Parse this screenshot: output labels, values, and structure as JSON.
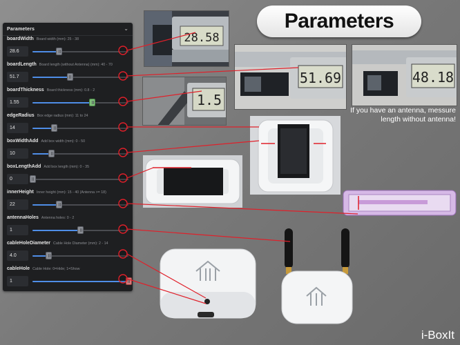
{
  "panel": {
    "title": "Parameters"
  },
  "params": [
    {
      "name": "boardWidth",
      "desc": "Board width (mm): 25 - 38",
      "value": "28.6",
      "pos": 0.28,
      "thumb": "normal"
    },
    {
      "name": "boardLength",
      "desc": "Board length (without Antenna) (mm): 40 - 70",
      "value": "51.7",
      "pos": 0.39,
      "thumb": "normal"
    },
    {
      "name": "boardThickness",
      "desc": "Board thickness (mm): 0.8 - 2",
      "value": "1.55",
      "pos": 0.625,
      "thumb": "green"
    },
    {
      "name": "edgeRadius",
      "desc": "Box edge radius (mm): 11 to 24",
      "value": "14",
      "pos": 0.23,
      "thumb": "normal"
    },
    {
      "name": "boxWidthAdd",
      "desc": "Add box width (mm): 0 - 50",
      "value": "10",
      "pos": 0.2,
      "thumb": "normal"
    },
    {
      "name": "boxLengthAdd",
      "desc": "Add box length (mm): 0 - 35",
      "value": "0",
      "pos": 0.0,
      "thumb": "normal"
    },
    {
      "name": "innerHeight",
      "desc": "Inner height (mm): 15 - 40 (Antenna >= 18)",
      "value": "22",
      "pos": 0.28,
      "thumb": "normal"
    },
    {
      "name": "antennaHoles",
      "desc": "Antenna holes: 0 - 2",
      "value": "1",
      "pos": 0.5,
      "thumb": "normal"
    },
    {
      "name": "cableHoleDiameter",
      "desc": "Cable Hole Diameter (mm): 2 - 14",
      "value": "4.0",
      "pos": 0.17,
      "thumb": "normal"
    },
    {
      "name": "cableHole",
      "desc": "Cable Hole: 0=Hide; 1=Show",
      "value": "1",
      "pos": 1.0,
      "thumb": "red"
    }
  ],
  "title": "Parameters",
  "calipers": {
    "width": "28.58",
    "length": "51.69",
    "antenna": "48.18",
    "thickness": "1.5"
  },
  "note": "If you have an antenna, messure length without antenna!",
  "brand": "i-BoxIt",
  "colors": {
    "accent": "#4f8ee8",
    "connector": "#e0202a",
    "panel": "#1e1f21"
  },
  "icons": [
    "chevron-down-icon",
    "circle-marker-icon",
    "box-logo-icon"
  ]
}
